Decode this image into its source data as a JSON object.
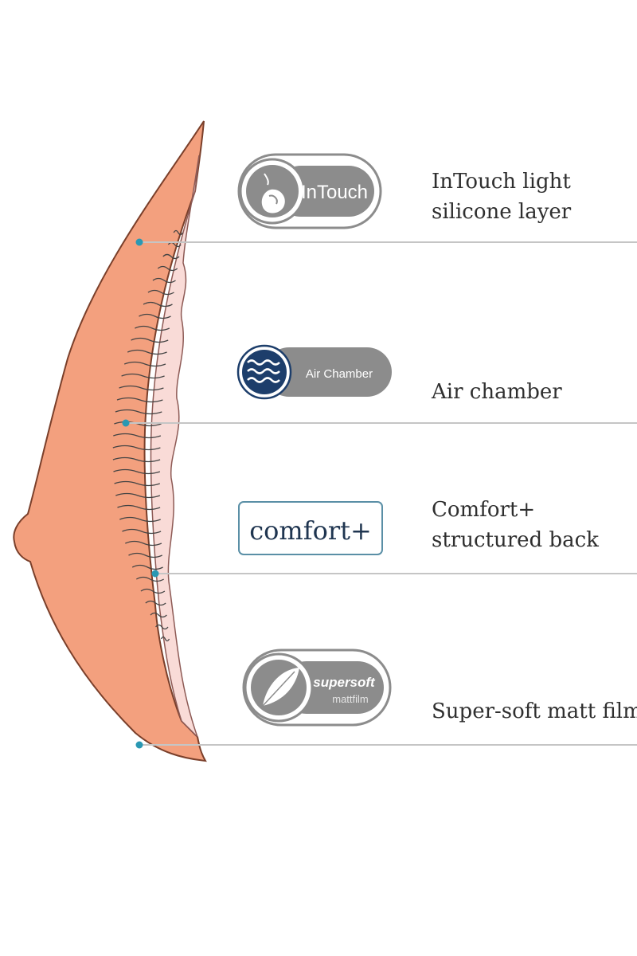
{
  "colors": {
    "skin": "#f3a07e",
    "skin_edge": "#7a3f2a",
    "inner_layer": "#f9dbd7",
    "inner_edge": "#8d5a55",
    "wave": "#444444",
    "guide_line": "#c5c5c5",
    "callout_dot": "#2a98b3",
    "badge_gray": "#8c8c8c",
    "badge_navy": "#1d3e6b",
    "label_text": "#2f2f2f"
  },
  "features": [
    {
      "badge_text": "InTouch",
      "badge_icon": "silicone-drop-icon",
      "label_line1": "InTouch light",
      "label_line2": "silicone layer"
    },
    {
      "badge_text": "Air Chamber",
      "badge_icon": "air-waves-icon",
      "label_line1": "Air chamber",
      "label_line2": ""
    },
    {
      "badge_text": "comfort+",
      "badge_icon": "",
      "label_line1": "Comfort+",
      "label_line2": "structured back"
    },
    {
      "badge_text": "supersoft",
      "badge_subtext": "mattfilm",
      "badge_icon": "feather-icon",
      "label_line1": "Super-soft matt film",
      "label_line2": ""
    }
  ]
}
